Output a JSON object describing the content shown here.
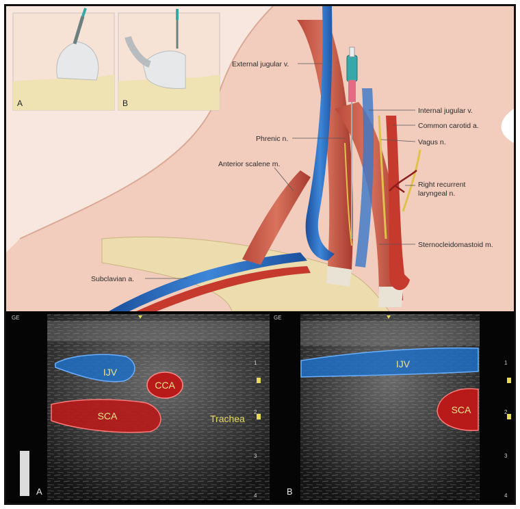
{
  "illustration": {
    "inset_labels": [
      "A",
      "B"
    ],
    "labels": {
      "external_jugular": "External jugular v.",
      "internal_jugular": "Internal jugular v.",
      "common_carotid": "Common carotid a.",
      "vagus": "Vagus n.",
      "phrenic": "Phrenic n.",
      "anterior_scalene": "Anterior scalene m.",
      "right_recurrent_1": "Right recurrent",
      "right_recurrent_2": "laryngeal n.",
      "sternocleidomastoid": "Sternocleidomastoid m.",
      "subclavian": "Subclavian a."
    }
  },
  "ultrasound": {
    "panel_a": {
      "label": "A",
      "structures": {
        "ijv": "IJV",
        "cca": "CCA",
        "sca": "SCA",
        "trachea": "Trachea"
      }
    },
    "panel_b": {
      "label": "B",
      "structures": {
        "ijv": "IJV",
        "sca": "SCA"
      }
    },
    "depth_ticks": [
      "1",
      "2",
      "3",
      "4"
    ],
    "corner_tag": "GE",
    "colors": {
      "vein": "#1f6fc4",
      "artery": "#c41d1d",
      "annotation": "#e6dc5a"
    }
  }
}
